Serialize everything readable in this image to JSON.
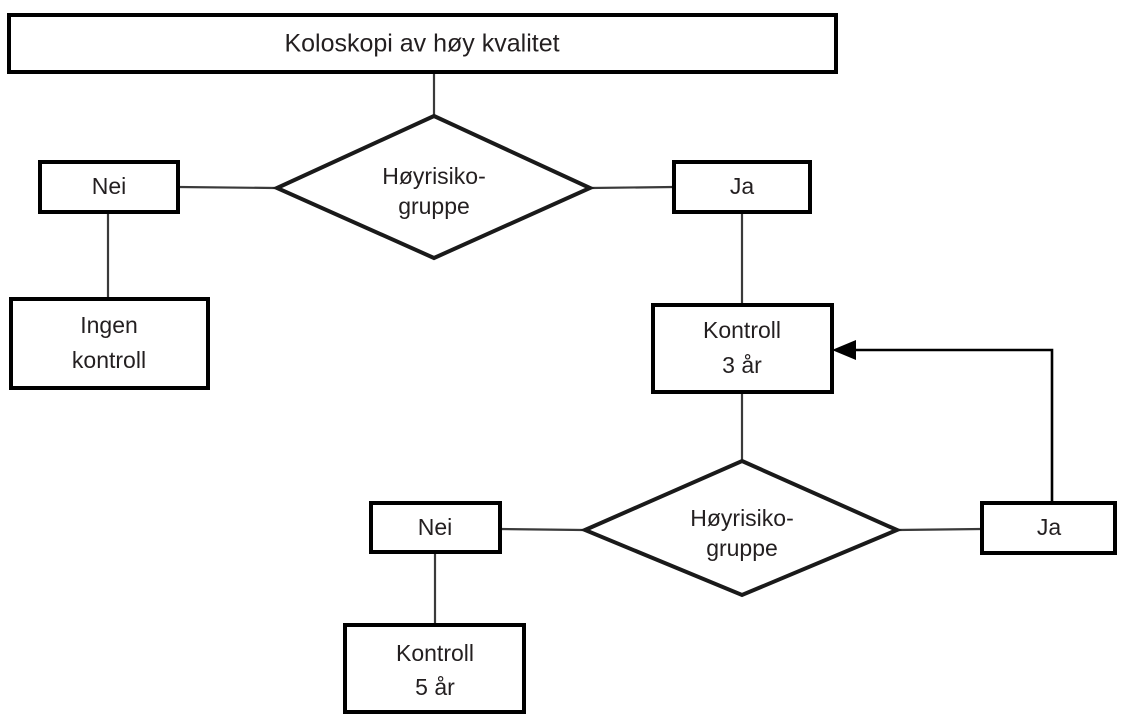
{
  "diagram": {
    "title_node": {
      "label": "Koloskopi av høy kvalitet"
    },
    "decision_1": {
      "line1": "Høyrisiko-",
      "line2": "gruppe"
    },
    "decision_1_no": {
      "label": "Nei"
    },
    "decision_1_yes": {
      "label": "Ja"
    },
    "outcome_no_followup": {
      "line1": "Ingen",
      "line2": "kontroll"
    },
    "outcome_control_3": {
      "line1": "Kontroll",
      "line2": "3 år"
    },
    "decision_2": {
      "line1": "Høyrisiko-",
      "line2": "gruppe"
    },
    "decision_2_no": {
      "label": "Nei"
    },
    "decision_2_yes": {
      "label": "Ja"
    },
    "outcome_control_5": {
      "line1": "Kontroll",
      "line2": "5 år"
    },
    "colors": {
      "node_stroke": "#000000",
      "diamond_stroke": "#1a1a1a",
      "connector": "#3a3a3a",
      "text": "#231f20",
      "background": "#ffffff"
    }
  }
}
